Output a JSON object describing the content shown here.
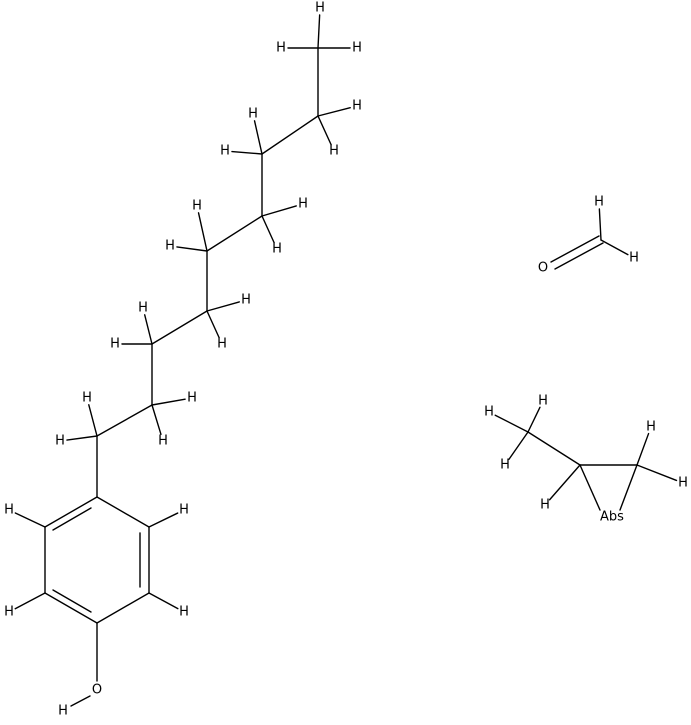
{
  "structures": [
    {
      "name": "4-nonylphenol",
      "atom_labels": {
        "hydroxyl_o": "O",
        "hydroxyl_h": "H",
        "hydrogen": "H"
      }
    },
    {
      "name": "formaldehyde",
      "atom_labels": {
        "oxygen": "O",
        "hydrogen": "H"
      }
    },
    {
      "name": "methyloxirane",
      "atom_labels": {
        "ring_label": "Abs",
        "hydrogen": "H"
      }
    }
  ]
}
